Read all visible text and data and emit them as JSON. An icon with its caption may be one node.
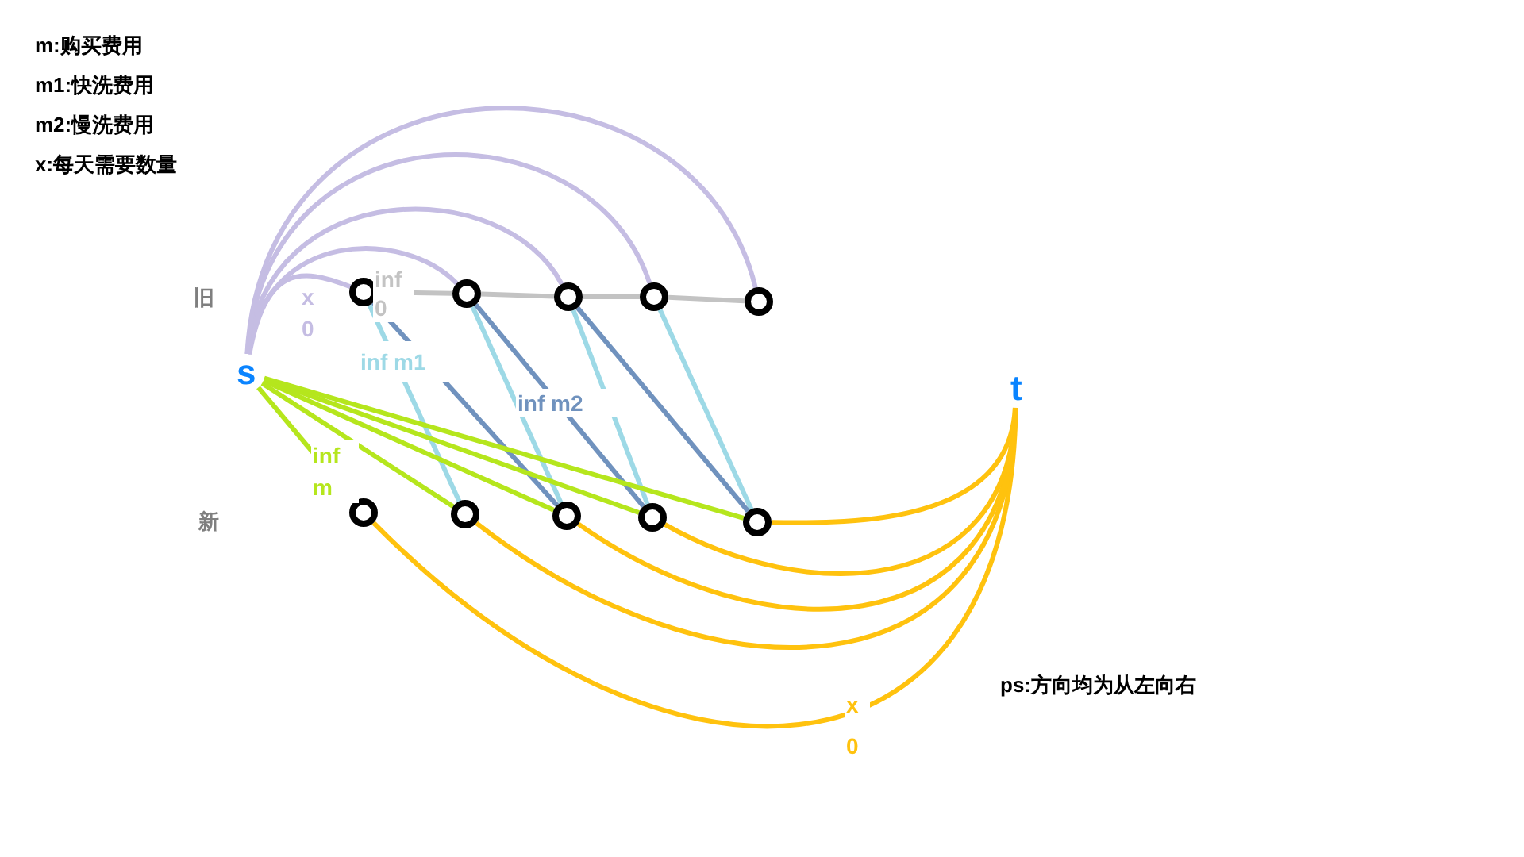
{
  "diagram": {
    "nodes": [
      {
        "text": [
          "s"
        ]
      },
      {
        "text": [
          "t"
        ]
      },
      {
        "text": [],
        "shape": "circle"
      },
      {
        "text": [],
        "shape": "circle"
      },
      {
        "text": [],
        "shape": "circle"
      },
      {
        "text": [],
        "shape": "circle"
      },
      {
        "text": [],
        "shape": "circle"
      },
      {
        "text": [],
        "shape": "circle"
      },
      {
        "text": [],
        "shape": "circle"
      },
      {
        "text": [],
        "shape": "circle"
      },
      {
        "text": [],
        "shape": "circle"
      },
      {
        "text": [],
        "shape": "circle"
      }
    ],
    "edges": [
      {
        "from": 0,
        "to": 2,
        "arrow": "none",
        "color": "#c5bde3",
        "label": "x 0"
      },
      {
        "from": 0,
        "to": 3,
        "arrow": "none",
        "color": "#c5bde3"
      },
      {
        "from": 0,
        "to": 4,
        "arrow": "none",
        "color": "#c5bde3"
      },
      {
        "from": 0,
        "to": 5,
        "arrow": "none",
        "color": "#c5bde3"
      },
      {
        "from": 0,
        "to": 6,
        "arrow": "none",
        "color": "#c5bde3"
      },
      {
        "from": 2,
        "to": 3,
        "arrow": "none",
        "color": "#c3c3c3",
        "label": "inf 0"
      },
      {
        "from": 3,
        "to": 4,
        "arrow": "none",
        "color": "#c3c3c3"
      },
      {
        "from": 4,
        "to": 5,
        "arrow": "none",
        "color": "#c3c3c3"
      },
      {
        "from": 5,
        "to": 6,
        "arrow": "none",
        "color": "#c3c3c3"
      },
      {
        "from": 2,
        "to": 8,
        "arrow": "none",
        "color": "#9dd9e6",
        "label": "inf m1"
      },
      {
        "from": 3,
        "to": 9,
        "arrow": "none",
        "color": "#9dd9e6"
      },
      {
        "from": 4,
        "to": 10,
        "arrow": "none",
        "color": "#9dd9e6"
      },
      {
        "from": 5,
        "to": 11,
        "arrow": "none",
        "color": "#9dd9e6"
      },
      {
        "from": 2,
        "to": 9,
        "arrow": "none",
        "color": "#7092be"
      },
      {
        "from": 3,
        "to": 10,
        "arrow": "none",
        "color": "#7092be",
        "label": "inf m2"
      },
      {
        "from": 4,
        "to": 11,
        "arrow": "none",
        "color": "#7092be"
      },
      {
        "from": 0,
        "to": 7,
        "arrow": "none",
        "color": "#b5e61d",
        "label": "inf m"
      },
      {
        "from": 0,
        "to": 8,
        "arrow": "none",
        "color": "#b5e61d"
      },
      {
        "from": 0,
        "to": 9,
        "arrow": "none",
        "color": "#b5e61d"
      },
      {
        "from": 0,
        "to": 10,
        "arrow": "none",
        "color": "#b5e61d"
      },
      {
        "from": 0,
        "to": 11,
        "arrow": "none",
        "color": "#b5e61d"
      },
      {
        "from": 7,
        "to": 1,
        "arrow": "none",
        "color": "#ffc20e",
        "label": "x 0"
      },
      {
        "from": 8,
        "to": 1,
        "arrow": "none",
        "color": "#ffc20e"
      },
      {
        "from": 9,
        "to": 1,
        "arrow": "none",
        "color": "#ffc20e"
      },
      {
        "from": 10,
        "to": 1,
        "arrow": "none",
        "color": "#ffc20e"
      },
      {
        "from": 11,
        "to": 1,
        "arrow": "none",
        "color": "#ffc20e"
      }
    ],
    "labels": [
      "m:购买费用",
      "m1:快洗费用",
      "m2:慢洗费用",
      "x:每天需要数量",
      "旧",
      "新",
      "ps:方向均为从左向右"
    ]
  }
}
